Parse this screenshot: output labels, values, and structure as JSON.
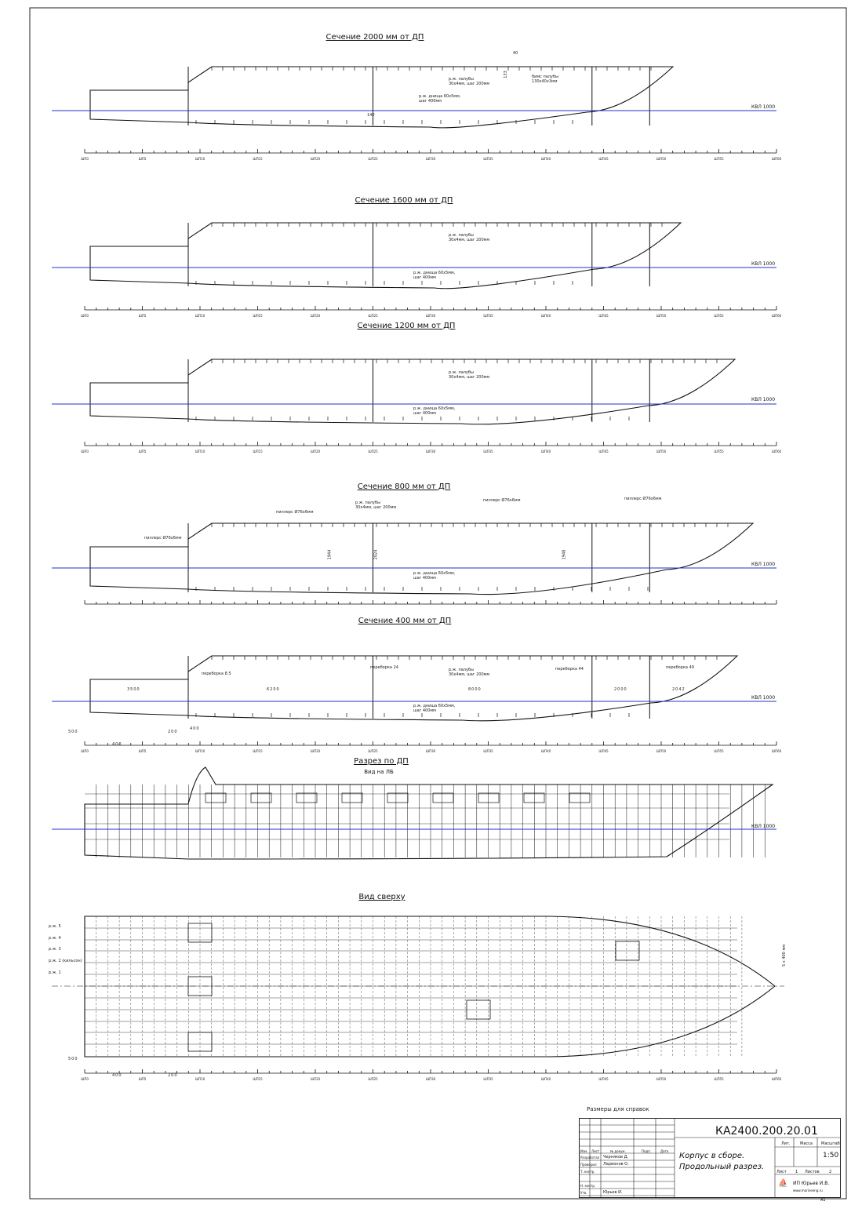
{
  "sections": [
    {
      "title": "Сечение 2000 мм от ДП"
    },
    {
      "title": "Сечение 1600 мм от ДП"
    },
    {
      "title": "Сечение 1200 мм от ДП"
    },
    {
      "title": "Сечение 800 мм от ДП"
    },
    {
      "title": "Сечение 400 мм от ДП"
    },
    {
      "title": "Разрез по ДП",
      "subtitle": "Вид на ЛБ"
    },
    {
      "title": "Вид сверху"
    }
  ],
  "waterline_label": "КВЛ 1000",
  "frame_ticks": [
    "ШП0",
    "ШП5",
    "ШП10",
    "ШП15",
    "ШП20",
    "ШП25",
    "ШП30",
    "ШП35",
    "ШП40",
    "ШП45",
    "ШП50",
    "ШП55",
    "ШП60"
  ],
  "annotations": {
    "deck_stiff": "р.ж. палубы 30х4мм, шаг 200мм",
    "bottom_stiff": "р.ж. днища 60х5мм, шаг 400мм",
    "deck_beam": "бимс палубы 130х40х3мм",
    "pillar": "пиллерс Ø76х6мм",
    "d40": "40",
    "d133": "133",
    "d140": "140",
    "h1944": "1944",
    "h2024": "2024",
    "h1948": "1948",
    "bh8": "переборка 8.5",
    "bh24": "переборка 24",
    "bh44": "переборка 44",
    "bh49": "переборка 49",
    "l3500": "3500",
    "l6200": "6200",
    "l8000": "8000",
    "l2000": "2000",
    "l2042": "2042",
    "d500": "500",
    "d400": "400",
    "d200": "200"
  },
  "top_view": {
    "stringers": [
      "р.ж. 5",
      "р.ж. 4",
      "р.ж. 3",
      "р.ж. 2 (кильсон)",
      "р.ж. 1"
    ],
    "width_dim": "5 х 400 мм",
    "d500": "500",
    "d400": "400",
    "d200": "200"
  },
  "title_block": {
    "note": "Размеры для справок",
    "code": "КА2400.200.20.01",
    "name_line1": "Корпус в сборе.",
    "name_line2": "Продольный разрез.",
    "col_lit": "Лит.",
    "col_mass": "Масса",
    "col_scale": "Масштаб",
    "scale": "1:50",
    "sheet": "Лист",
    "sheet_no": "1",
    "sheets": "Листов",
    "sheets_no": "2",
    "header_row": [
      "Изм.",
      "Лист",
      "№ докум.",
      "Подп.",
      "Дата"
    ],
    "roles": [
      "Разработал",
      "Проверил",
      "Т. контр.",
      "",
      "Н. контр.",
      "Утв."
    ],
    "names": [
      "Черняков Д.",
      "Ларионов О.",
      "",
      "",
      "",
      "Юрьев И."
    ],
    "company": "ИП Юрьев И.В.",
    "website": "www.marineeng.ru",
    "format": "А1"
  }
}
